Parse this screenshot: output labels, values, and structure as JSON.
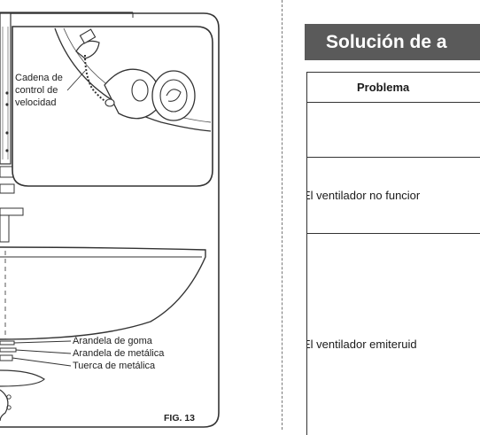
{
  "figure": {
    "callout_chain": [
      "Cadena de",
      "control de",
      "velocidad"
    ],
    "part_labels": [
      "Arandela de goma",
      "Arandela de metálica",
      "Tuerca de metálica"
    ],
    "fig_label": "FIG. 13"
  },
  "troubleshooting": {
    "title": "Solución de a",
    "column_header": "Problema",
    "rows": [
      {
        "problem": "El ventilador no funcior"
      },
      {
        "problem": "El ventilador emiteruid"
      }
    ]
  }
}
